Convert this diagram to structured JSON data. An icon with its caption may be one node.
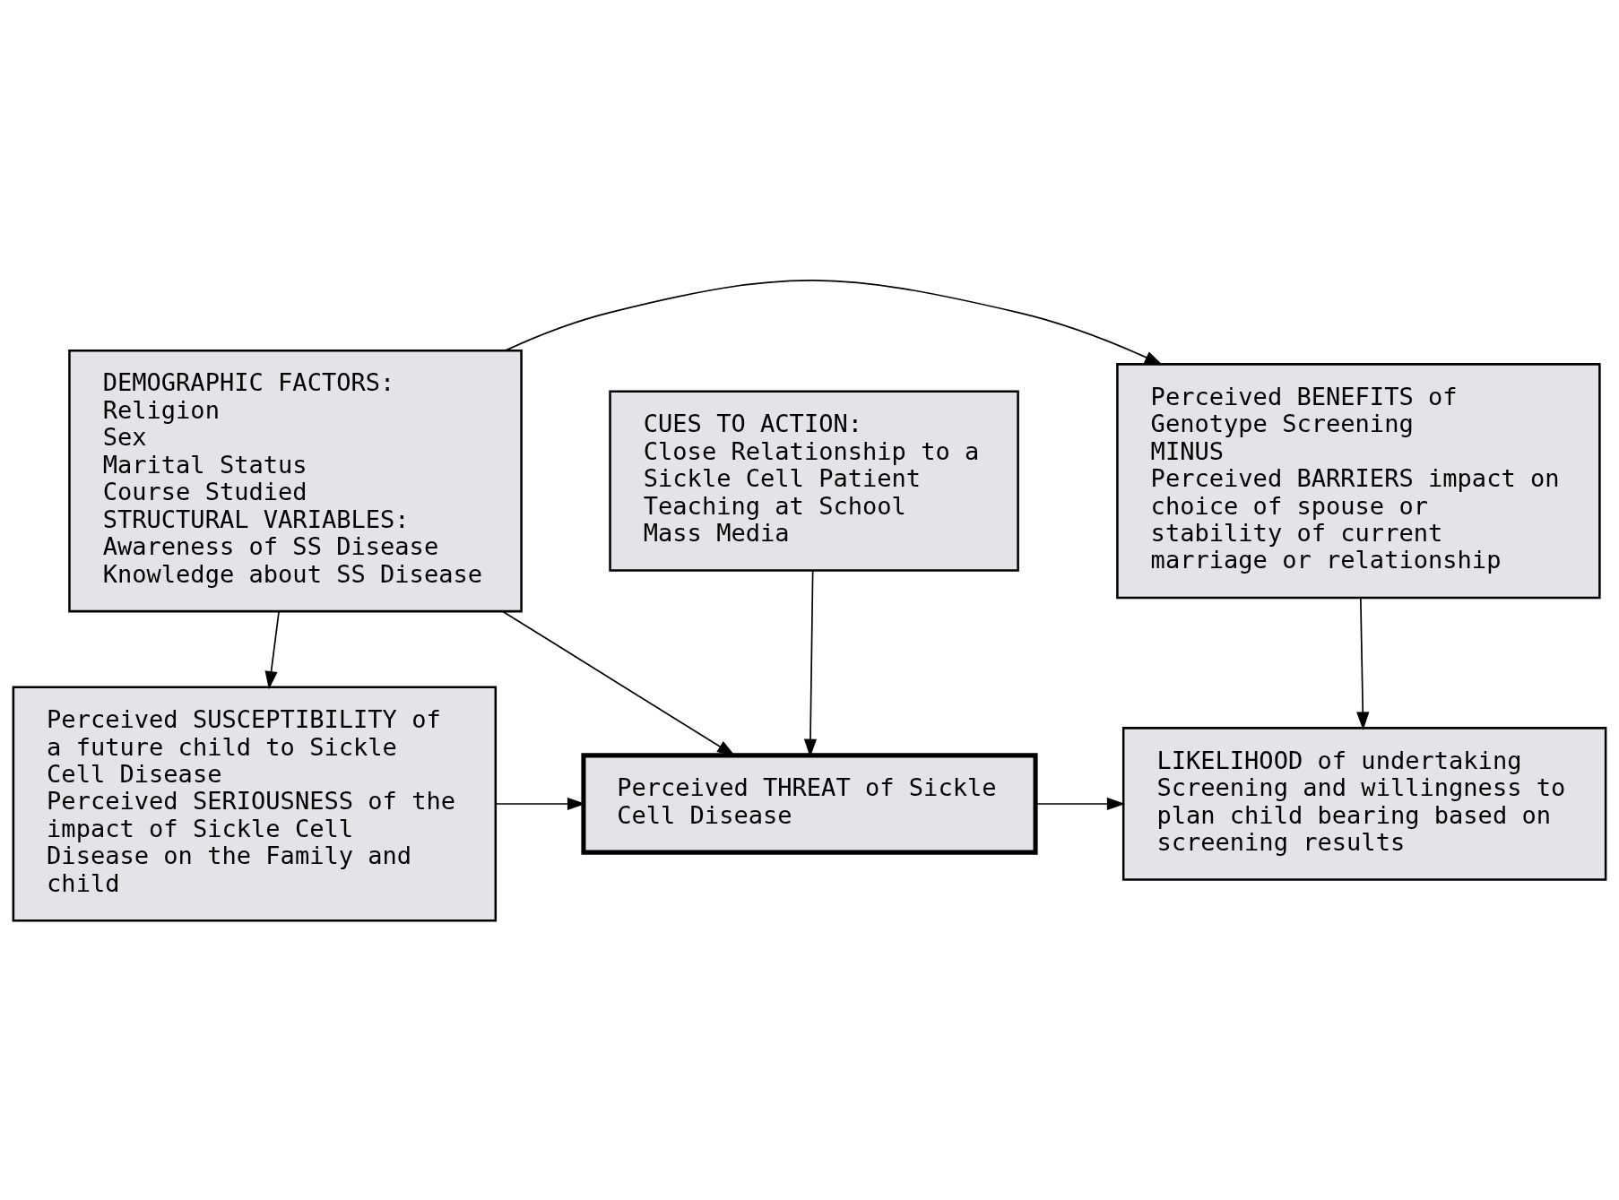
{
  "diagram": {
    "nodes": [
      {
        "text": [
          "DEMOGRAPHIC FACTORS:",
          "Religion",
          "Sex",
          "Marital Status",
          "Course Studied",
          "STRUCTURAL VARIABLES:",
          "Awareness of SS Disease",
          "Knowledge about SS Disease"
        ]
      },
      {
        "text": [
          "Perceived BENEFITS of Genotype Screening",
          "MINUS",
          "Perceived BARRIERS impact on choice of spouse or stability of current marriage or relationship"
        ]
      },
      {
        "text": [
          "Perceived SUSCEPTIBILITY of a future child to Sickle Cell Disease",
          "Perceived SERIOUSNESS of the impact of Sickle Cell Disease on the Family and child"
        ]
      },
      {
        "text": [
          "Perceived THREAT of Sickle Cell Disease"
        ]
      },
      {
        "text": [
          "LIKELIHOOD of undertaking Screening and willingness to plan child bearing based on screening results"
        ]
      },
      {
        "text": [
          "CUES TO ACTION:",
          "Close Relationship to a Sickle Cell Patient",
          "Teaching at School",
          "Mass Media"
        ]
      }
    ],
    "edges": [
      {
        "from": 0,
        "to": 2,
        "arrow": "to"
      },
      {
        "from": 0,
        "to": 1,
        "arrow": "to"
      },
      {
        "from": 0,
        "to": 3,
        "arrow": "to"
      },
      {
        "from": 2,
        "to": 3,
        "arrow": "to"
      },
      {
        "from": 3,
        "to": 4,
        "arrow": "to"
      },
      {
        "from": 1,
        "to": 4,
        "arrow": "to"
      },
      {
        "from": 5,
        "to": 3,
        "arrow": "to"
      }
    ]
  }
}
